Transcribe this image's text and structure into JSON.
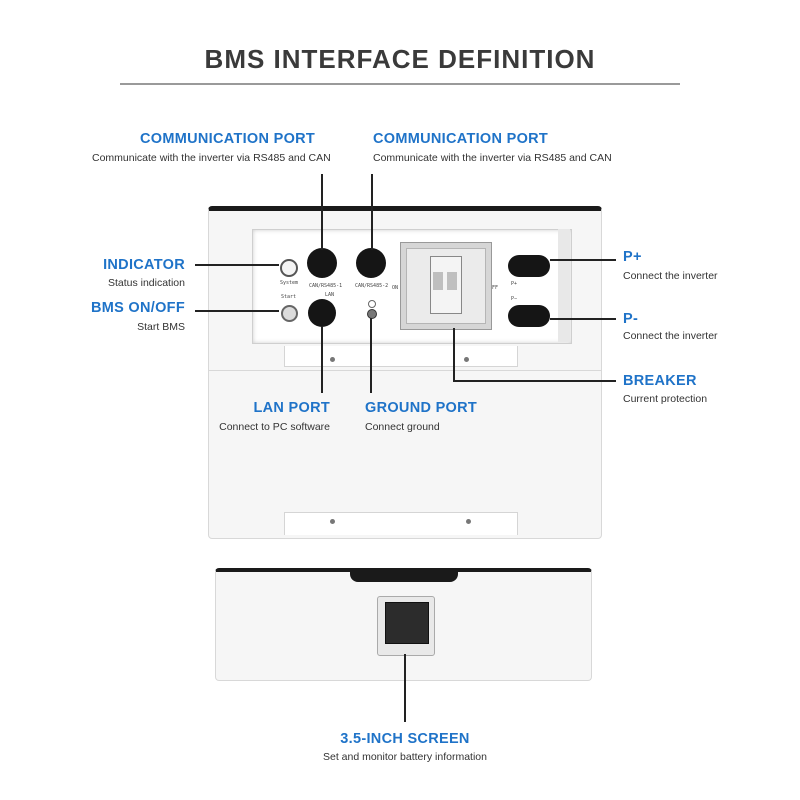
{
  "title": "BMS INTERFACE DEFINITION",
  "callouts": {
    "comm_port_1": {
      "label": "COMMUNICATION PORT",
      "desc": "Communicate with the inverter via RS485 and CAN"
    },
    "comm_port_2": {
      "label": "COMMUNICATION PORT",
      "desc": "Communicate with the inverter via RS485 and CAN"
    },
    "indicator": {
      "label": "INDICATOR",
      "desc": "Status indication"
    },
    "bms_onoff": {
      "label": "BMS ON/OFF",
      "desc": "Start BMS"
    },
    "p_plus": {
      "label": "P+",
      "desc": "Connect the inverter"
    },
    "p_minus": {
      "label": "P-",
      "desc": "Connect the inverter"
    },
    "breaker": {
      "label": "BREAKER",
      "desc": "Current protection"
    },
    "lan_port": {
      "label": "LAN PORT",
      "desc": "Connect to PC software"
    },
    "ground_port": {
      "label": "GROUND PORT",
      "desc": "Connect ground"
    },
    "screen": {
      "label": "3.5-INCH SCREEN",
      "desc": "Set and monitor battery information"
    }
  },
  "panel_marks": {
    "system": "System",
    "start": "Start",
    "can1": "CAN/RS485-1",
    "can2": "CAN/RS485-2",
    "lan": "LAN",
    "on": "ON",
    "off": "FF",
    "pplus": "P+",
    "pminus": "P−"
  }
}
